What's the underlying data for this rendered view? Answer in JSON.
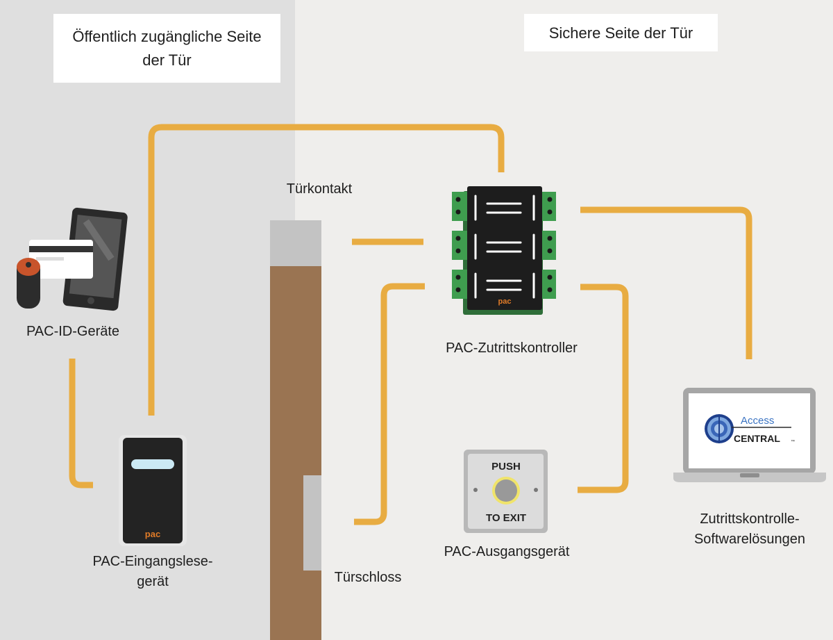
{
  "zones": {
    "public_label": "Öffentlich zugängliche Seite der Tür",
    "secure_label": "Sichere Seite der Tür"
  },
  "devices": {
    "id_devices": "PAC-ID-Geräte",
    "entry_reader": "PAC-Eingangslese-gerät",
    "door_contact": "Türkontakt",
    "door_lock": "Türschloss",
    "controller": "PAC-Zutrittskontroller",
    "exit_device": "PAC-Ausgangsgerät",
    "software": "Zutrittskontrolle-Softwarelösungen"
  },
  "brand": {
    "pac_logo": "pac",
    "access_central_top": "Access",
    "access_central_bottom": "CENTRAL",
    "trademark": "™"
  },
  "exit_button": {
    "top_text": "PUSH",
    "bottom_text": "TO EXIT"
  },
  "colors": {
    "public_bg": "#dfdfdf",
    "secure_bg": "#efeeec",
    "wire": "#e8ac42",
    "door": "#9a7452",
    "pac_orange": "#e07b28",
    "terminal_green": "#3f9d4f"
  }
}
